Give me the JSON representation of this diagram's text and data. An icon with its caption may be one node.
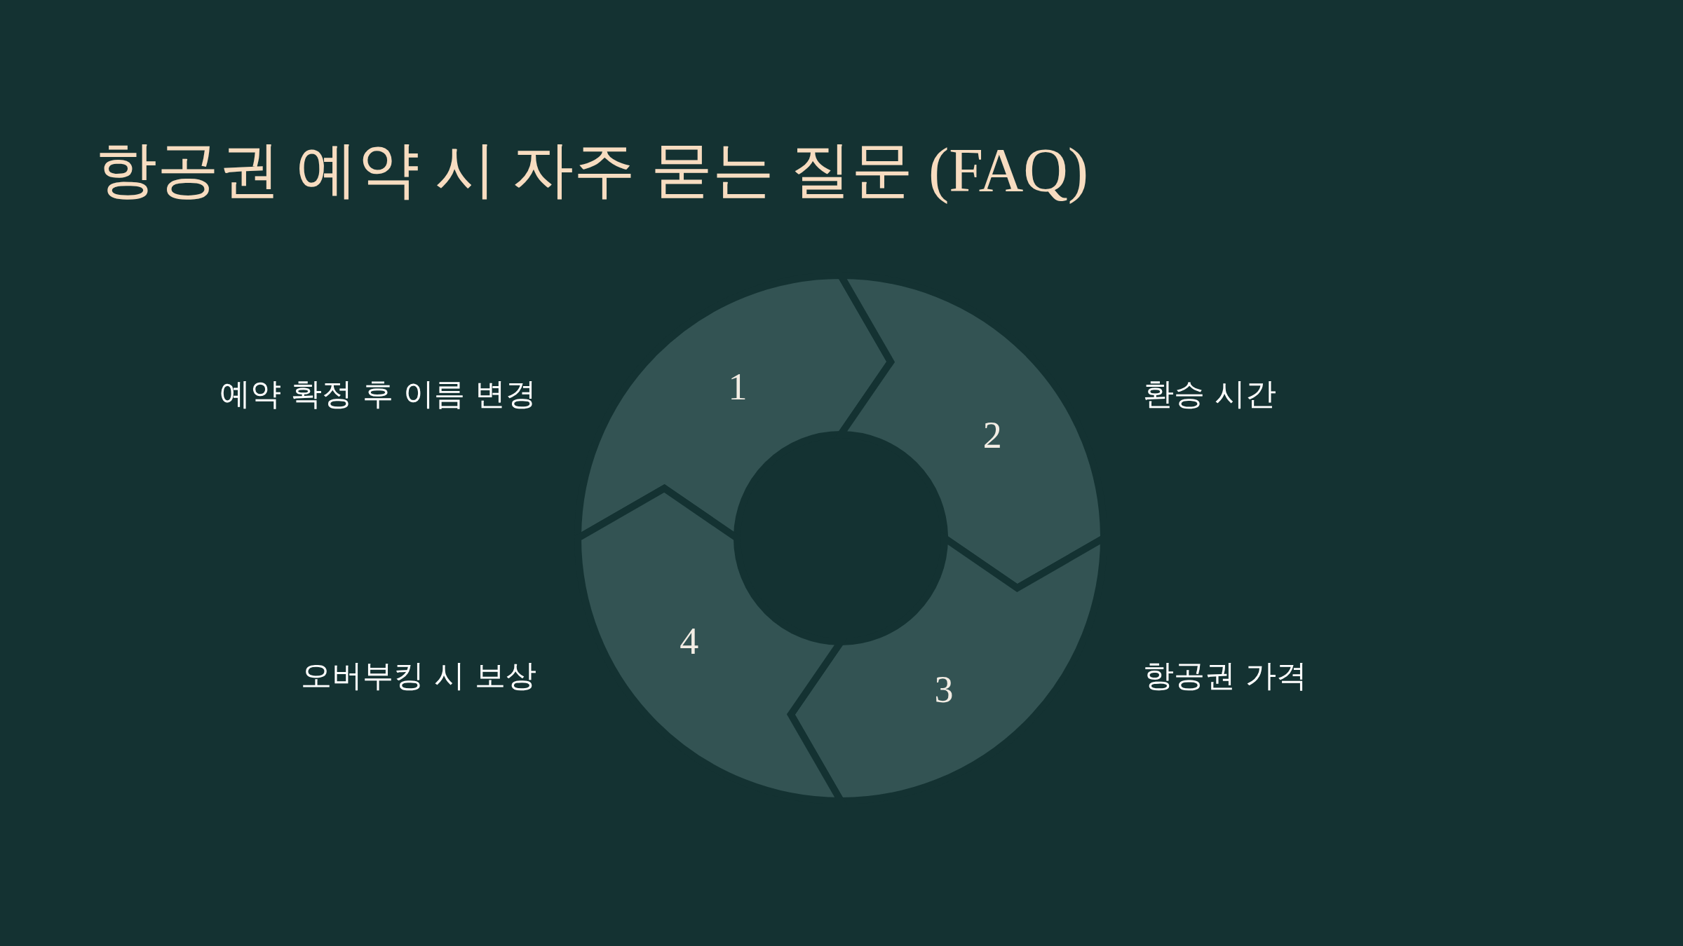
{
  "diagram": {
    "title": "항공권 예약 시 자주 묻는 질문 (FAQ)",
    "nodes": [
      {
        "text": [
          "1"
        ],
        "beside": [
          "예약 확정 후 이름 변경"
        ]
      },
      {
        "text": [
          "2"
        ],
        "beside": [
          "환승 시간"
        ]
      },
      {
        "text": [
          "3"
        ],
        "beside": [
          "항공권 가격"
        ]
      },
      {
        "text": [
          "4"
        ],
        "beside": [
          "오버부킹 시 보상"
        ]
      }
    ]
  }
}
